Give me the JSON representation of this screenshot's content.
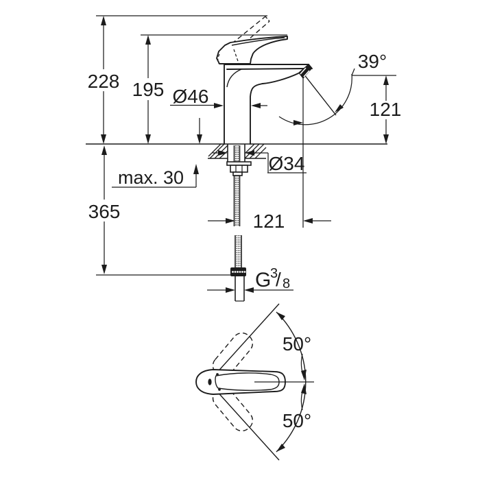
{
  "colors": {
    "ink": "#1c1c1c",
    "paper": "#ffffff"
  },
  "front_view": {
    "dims": {
      "height_total": "228",
      "height_handle": "195",
      "body_diameter": "Ø46",
      "spray_angle": "39°",
      "spout_height": "121",
      "shank_diameter": "Ø34",
      "max_deck_thickness": "max. 30",
      "below_deck_length": "365",
      "spout_projection": "121"
    },
    "thread": {
      "prefix": "G",
      "numerator": "3",
      "slash": "/",
      "denominator": "8"
    }
  },
  "top_view": {
    "swing_upper": "50°",
    "swing_lower": "50°"
  }
}
